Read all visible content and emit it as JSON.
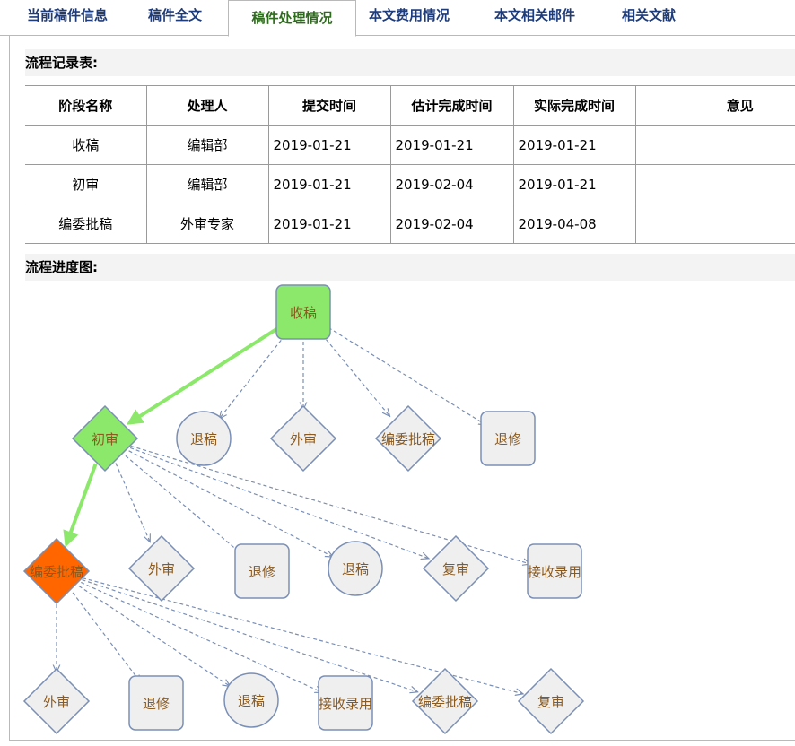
{
  "tabs": [
    {
      "label": "当前稿件信息",
      "active": false
    },
    {
      "label": "稿件全文",
      "active": false
    },
    {
      "label": "稿件处理情况",
      "active": true
    },
    {
      "label": "本文费用情况",
      "active": false
    },
    {
      "label": "本文相关邮件",
      "active": false
    },
    {
      "label": "相关文献",
      "active": false
    }
  ],
  "record_section": {
    "title": "流程记录表:",
    "headers": [
      "阶段名称",
      "处理人",
      "提交时间",
      "估计完成时间",
      "实际完成时间",
      "意见"
    ],
    "rows": [
      [
        "收稿",
        "编辑部",
        "2019-01-21",
        "2019-01-21",
        "2019-01-21",
        ""
      ],
      [
        "初审",
        "编辑部",
        "2019-01-21",
        "2019-02-04",
        "2019-01-21",
        ""
      ],
      [
        "编委批稿",
        "外审专家",
        "2019-01-21",
        "2019-02-04",
        "2019-04-08",
        ""
      ]
    ]
  },
  "progress_section": {
    "title": "流程进度图:"
  },
  "flow": {
    "colors": {
      "done": "#8ce86a",
      "current": "#ff6600",
      "pending": "#efefef",
      "stroke": "#7a8fb5",
      "active_edge": "#8ce86a",
      "label": "#8b5a1e"
    },
    "nodes": {
      "n0": {
        "label": "收稿",
        "shape": "rounded",
        "state": "done"
      },
      "n1": {
        "label": "初审",
        "shape": "diamond",
        "state": "done"
      },
      "n2": {
        "label": "退稿",
        "shape": "circle",
        "state": "pending"
      },
      "n3": {
        "label": "外审",
        "shape": "diamond",
        "state": "pending"
      },
      "n4": {
        "label": "编委批稿",
        "shape": "diamond",
        "state": "pending"
      },
      "n5": {
        "label": "退修",
        "shape": "rounded",
        "state": "pending"
      },
      "n6": {
        "label": "编委批稿",
        "shape": "diamond",
        "state": "current"
      },
      "n7": {
        "label": "外审",
        "shape": "diamond",
        "state": "pending"
      },
      "n8": {
        "label": "退修",
        "shape": "rounded",
        "state": "pending"
      },
      "n9": {
        "label": "退稿",
        "shape": "circle",
        "state": "pending"
      },
      "n10": {
        "label": "复审",
        "shape": "diamond",
        "state": "pending"
      },
      "n11": {
        "label": "接收录用",
        "shape": "rounded",
        "state": "pending"
      },
      "n12": {
        "label": "外审",
        "shape": "diamond",
        "state": "pending"
      },
      "n13": {
        "label": "退修",
        "shape": "rounded",
        "state": "pending"
      },
      "n14": {
        "label": "退稿",
        "shape": "circle",
        "state": "pending"
      },
      "n15": {
        "label": "接收录用",
        "shape": "rounded",
        "state": "pending"
      },
      "n16": {
        "label": "编委批稿",
        "shape": "diamond",
        "state": "pending"
      },
      "n17": {
        "label": "复审",
        "shape": "diamond",
        "state": "pending"
      }
    },
    "edges": [
      {
        "from": "n0",
        "to": "n1",
        "active": true
      },
      {
        "from": "n0",
        "to": "n2",
        "active": false
      },
      {
        "from": "n0",
        "to": "n3",
        "active": false
      },
      {
        "from": "n0",
        "to": "n4",
        "active": false
      },
      {
        "from": "n0",
        "to": "n5",
        "active": false
      },
      {
        "from": "n1",
        "to": "n6",
        "active": true
      },
      {
        "from": "n1",
        "to": "n7",
        "active": false
      },
      {
        "from": "n1",
        "to": "n8",
        "active": false
      },
      {
        "from": "n1",
        "to": "n9",
        "active": false
      },
      {
        "from": "n1",
        "to": "n10",
        "active": false
      },
      {
        "from": "n1",
        "to": "n11",
        "active": false
      },
      {
        "from": "n6",
        "to": "n12",
        "active": false
      },
      {
        "from": "n6",
        "to": "n13",
        "active": false
      },
      {
        "from": "n6",
        "to": "n14",
        "active": false
      },
      {
        "from": "n6",
        "to": "n15",
        "active": false
      },
      {
        "from": "n6",
        "to": "n16",
        "active": false
      },
      {
        "from": "n6",
        "to": "n17",
        "active": false
      }
    ]
  }
}
